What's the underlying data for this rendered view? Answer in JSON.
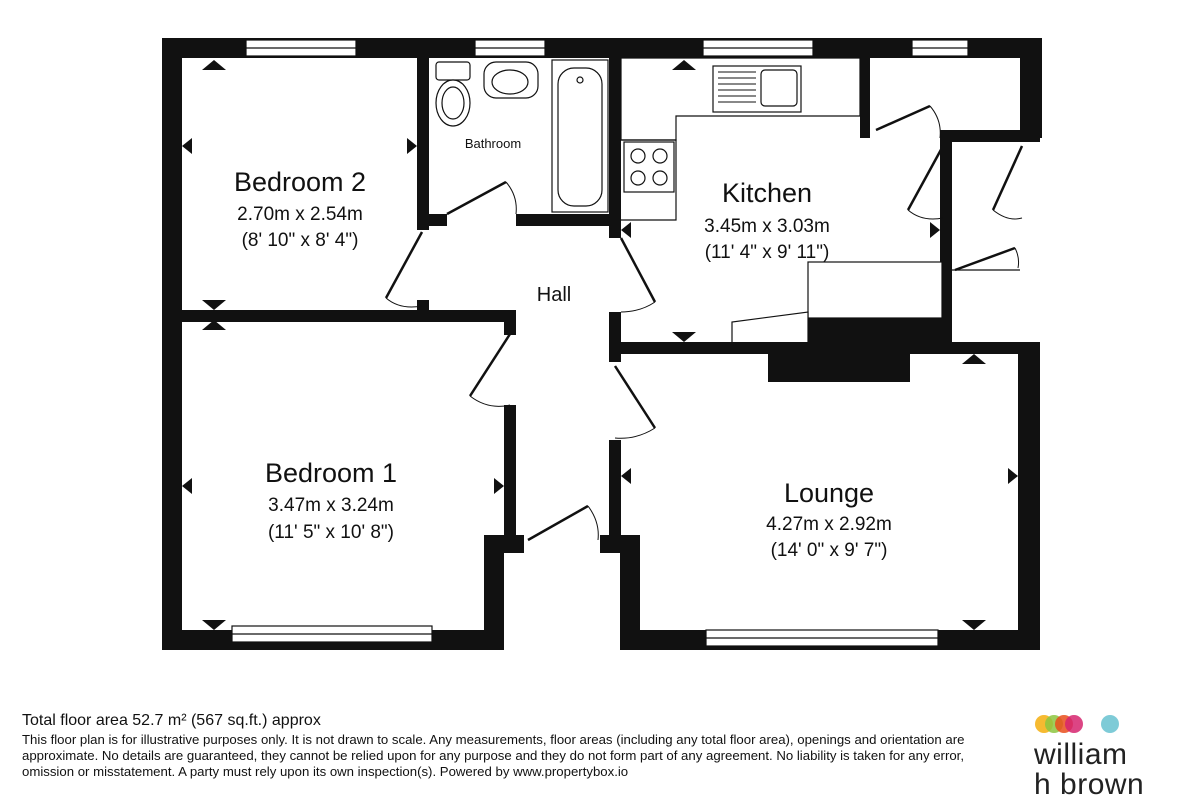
{
  "rooms": {
    "bedroom2": {
      "name": "Bedroom 2",
      "metric": "2.70m x 2.54m",
      "imperial": "(8' 10\" x 8' 4\")"
    },
    "bathroom": {
      "name": "Bathroom"
    },
    "kitchen": {
      "name": "Kitchen",
      "metric": "3.45m x 3.03m",
      "imperial": "(11' 4\" x 9' 11\")"
    },
    "hall": {
      "name": "Hall"
    },
    "bedroom1": {
      "name": "Bedroom 1",
      "metric": "3.47m x 3.24m",
      "imperial": "(11' 5\" x 10' 8\")"
    },
    "lounge": {
      "name": "Lounge",
      "metric": "4.27m x 2.92m",
      "imperial": "(14' 0\" x 9' 7\")"
    }
  },
  "footer": {
    "total_area": "Total floor area 52.7 m² (567 sq.ft.) approx",
    "disclaimer": "This floor plan is for illustrative purposes only. It is not drawn to scale. Any measurements, floor areas (including any total floor area), openings and orientation are approximate. No details are guaranteed, they cannot be relied upon for any purpose and they do not form part of any agreement. No liability is taken for any error, omission or misstatement. A party must rely upon its own inspection(s). Powered by www.propertybox.io"
  },
  "logo": {
    "line1": "william",
    "line2": "h brown",
    "dot_colors": [
      "#f5b21b",
      "#8dc63f",
      "#e94e1b",
      "#d6246e",
      "#7ecbd7"
    ]
  },
  "colors": {
    "wall": "#111111",
    "background": "#ffffff"
  }
}
